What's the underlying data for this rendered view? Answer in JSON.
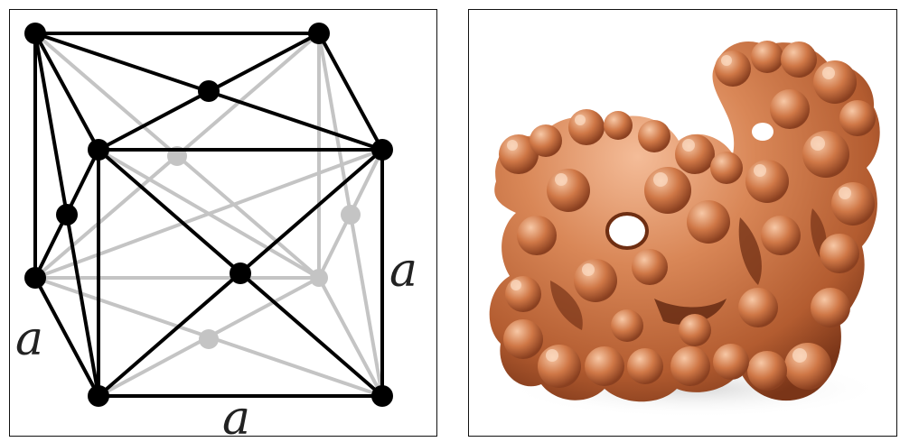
{
  "figure": {
    "lattice_diagram": {
      "edge_labels": {
        "bottom": "a",
        "left": "a",
        "right": "a"
      },
      "colors": {
        "front_structure": "#000000",
        "back_structure": "#c4c4c4"
      }
    },
    "photo": {
      "colors": {
        "copper_highlight": "#f1b089",
        "copper_mid": "#c9703f",
        "copper_dark": "#7a3518",
        "background": "#ffffff"
      }
    }
  }
}
